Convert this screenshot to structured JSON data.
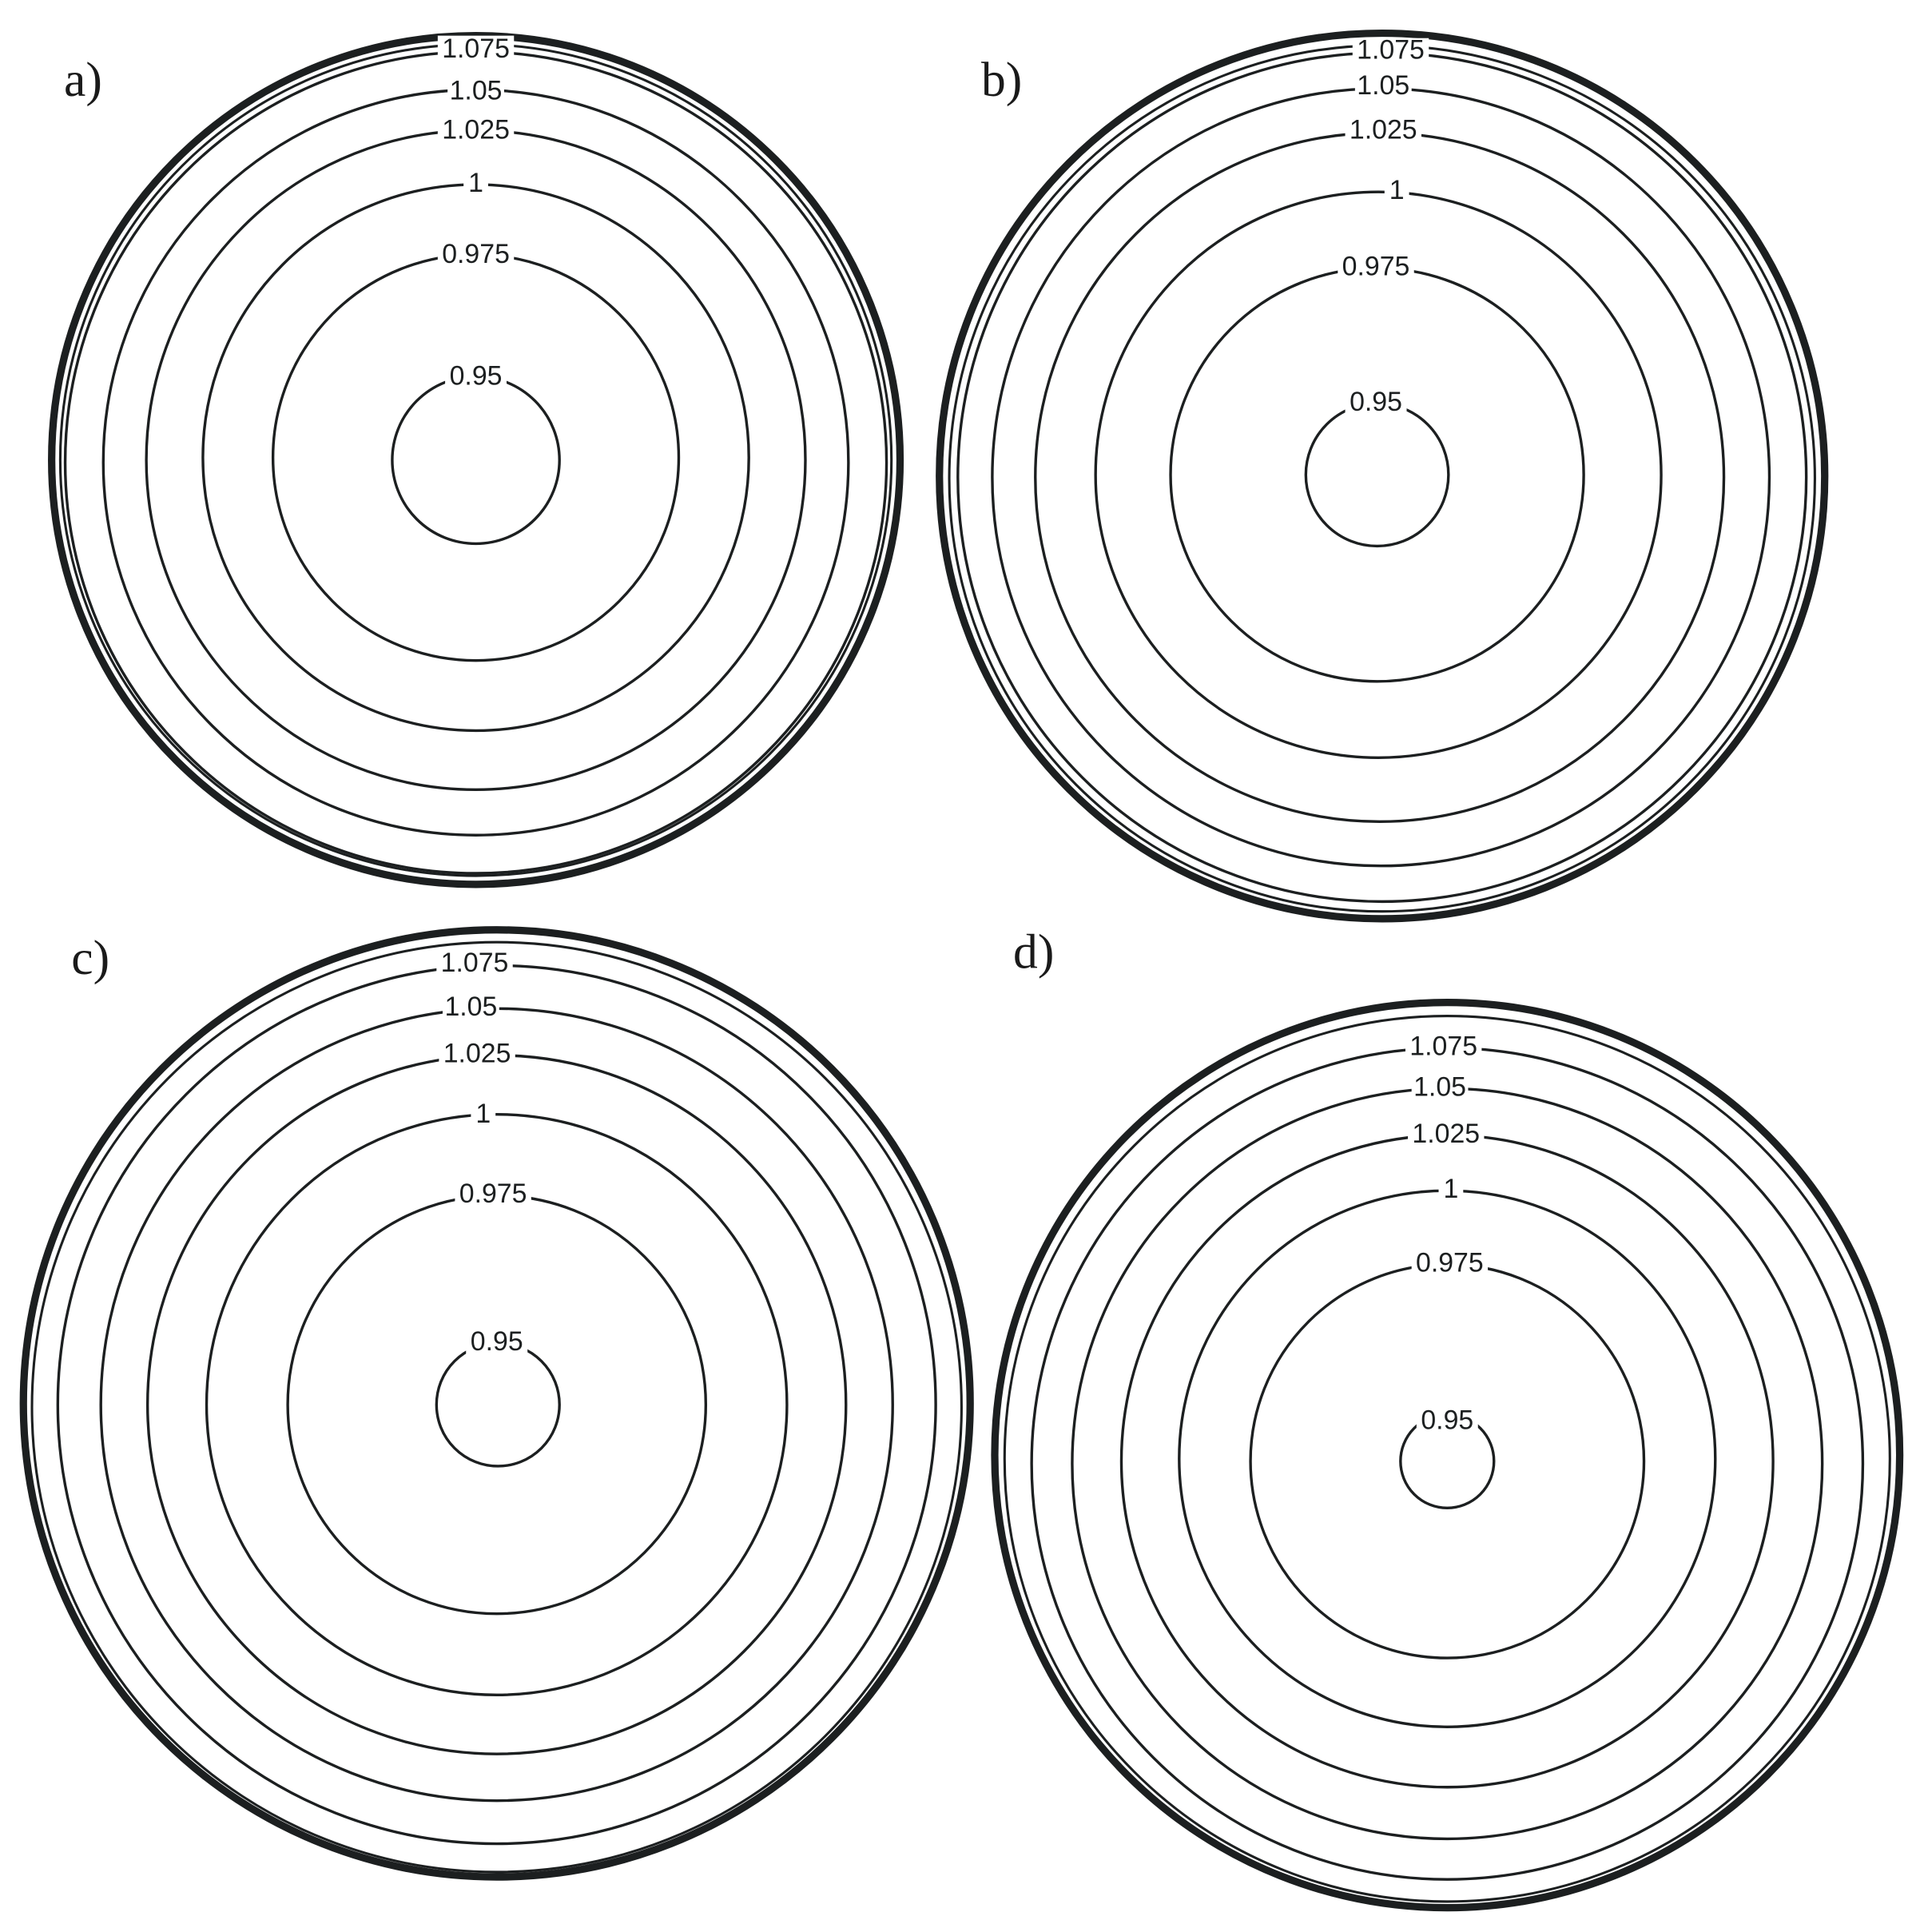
{
  "chart_data": [
    {
      "type": "contour",
      "panel": "a)",
      "title": "",
      "contour_levels": [
        0.95,
        0.975,
        1,
        1.025,
        1.05,
        1.075
      ],
      "labels": [
        "0.95",
        "0.975",
        "1",
        "1.025",
        "1.05",
        "1.075"
      ],
      "shape": "concentric rings in circular domain, minimum at center",
      "center": [
        387,
        372
      ],
      "radii": [
        68,
        165,
        222,
        268,
        305,
        335
      ],
      "boundary_radius": 345
    },
    {
      "type": "contour",
      "panel": "b)",
      "title": "",
      "contour_levels": [
        0.95,
        0.975,
        1,
        1.025,
        1.05,
        1.075
      ],
      "labels": [
        "0.95",
        "0.975",
        "1",
        "1.025",
        "1.05",
        "1.075"
      ],
      "shape": "concentric rings in circular domain, minimum at center",
      "center": [
        1122,
        386
      ],
      "radii": [
        58,
        168,
        230,
        280,
        315,
        343
      ],
      "boundary_radius": 360
    },
    {
      "type": "contour",
      "panel": "c)",
      "title": "",
      "contour_levels": [
        0.95,
        0.975,
        1,
        1.025,
        1.05,
        1.075
      ],
      "labels": [
        "0.95",
        "0.975",
        "1",
        "1.025",
        "1.05",
        "1.075"
      ],
      "shape": "concentric rings in circular domain, minimum at center",
      "center": [
        404,
        1141
      ],
      "radii": [
        50,
        170,
        235,
        283,
        320,
        355
      ],
      "boundary_radius": 385
    },
    {
      "type": "contour",
      "panel": "d)",
      "title": "",
      "contour_levels": [
        0.95,
        0.975,
        1,
        1.025,
        1.05,
        1.075
      ],
      "labels": [
        "0.95",
        "0.975",
        "1",
        "1.025",
        "1.05",
        "1.075"
      ],
      "shape": "concentric rings in circular domain, minimum at center",
      "center": [
        1177,
        1185
      ],
      "radii": [
        38,
        160,
        215,
        260,
        300,
        332
      ],
      "boundary_radius": 368
    }
  ],
  "panels": {
    "a": {
      "label": "a)",
      "levels": [
        "0.95",
        "0.975",
        "1",
        "1.025",
        "1.05",
        "1.075"
      ]
    },
    "b": {
      "label": "b)",
      "levels": [
        "0.95",
        "0.975",
        "1",
        "1.025",
        "1.05",
        "1.075"
      ]
    },
    "c": {
      "label": "c)",
      "levels": [
        "0.95",
        "0.975",
        "1",
        "1.025",
        "1.05",
        "1.075"
      ]
    },
    "d": {
      "label": "d)",
      "levels": [
        "0.95",
        "0.975",
        "1",
        "1.025",
        "1.05",
        "1.075"
      ]
    }
  }
}
